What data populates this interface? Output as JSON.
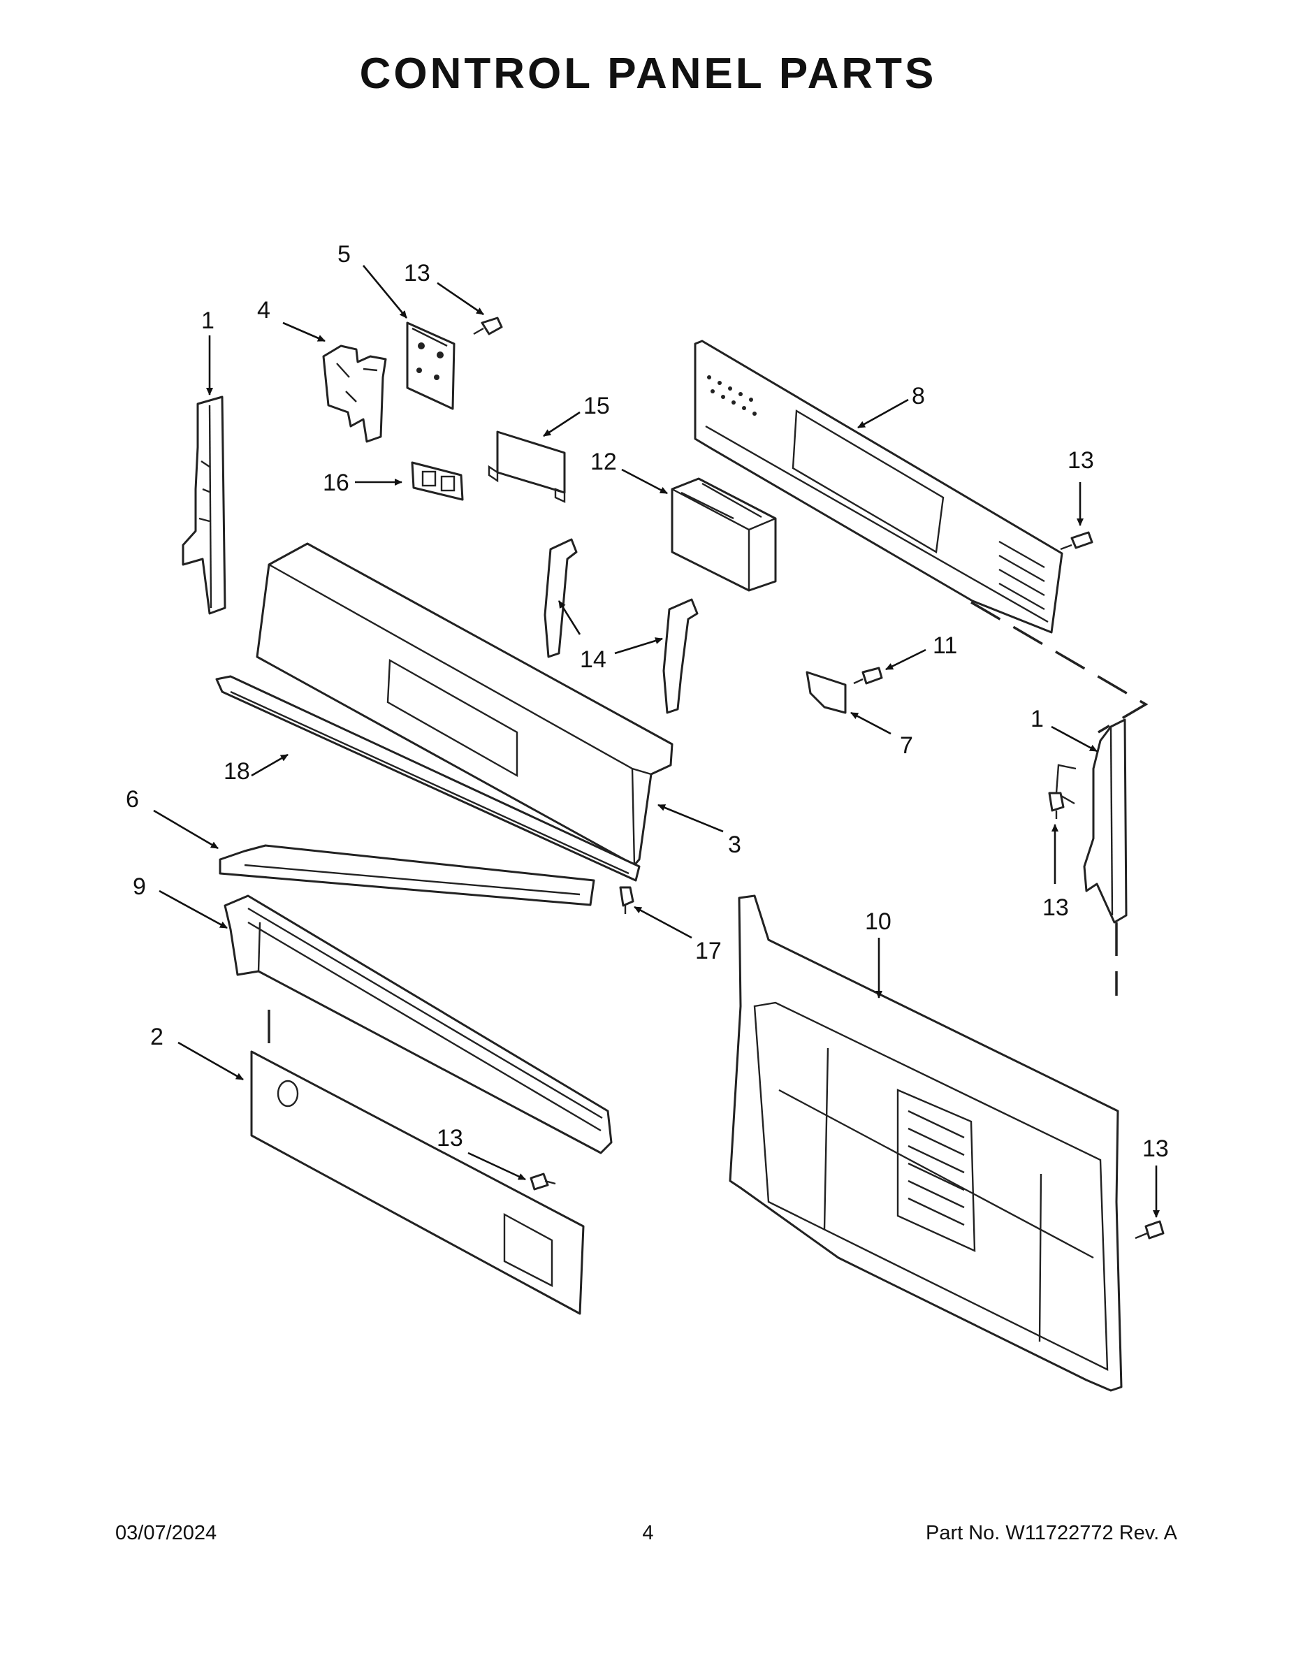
{
  "title": "CONTROL PANEL PARTS",
  "callouts": {
    "c1a": "1",
    "c4": "4",
    "c5": "5",
    "c13a": "13",
    "c15": "15",
    "c16": "16",
    "c12": "12",
    "c8": "8",
    "c13b": "13",
    "c14": "14",
    "c11": "11",
    "c7": "7",
    "c1b": "1",
    "c18": "18",
    "c6": "6",
    "c3": "3",
    "c9": "9",
    "c17": "17",
    "c13c": "13",
    "c10": "10",
    "c2": "2",
    "c13d": "13",
    "c13e": "13"
  },
  "footer": {
    "date": "03/07/2024",
    "page": "4",
    "part": "Part No.  W11722772  Rev.  A"
  }
}
